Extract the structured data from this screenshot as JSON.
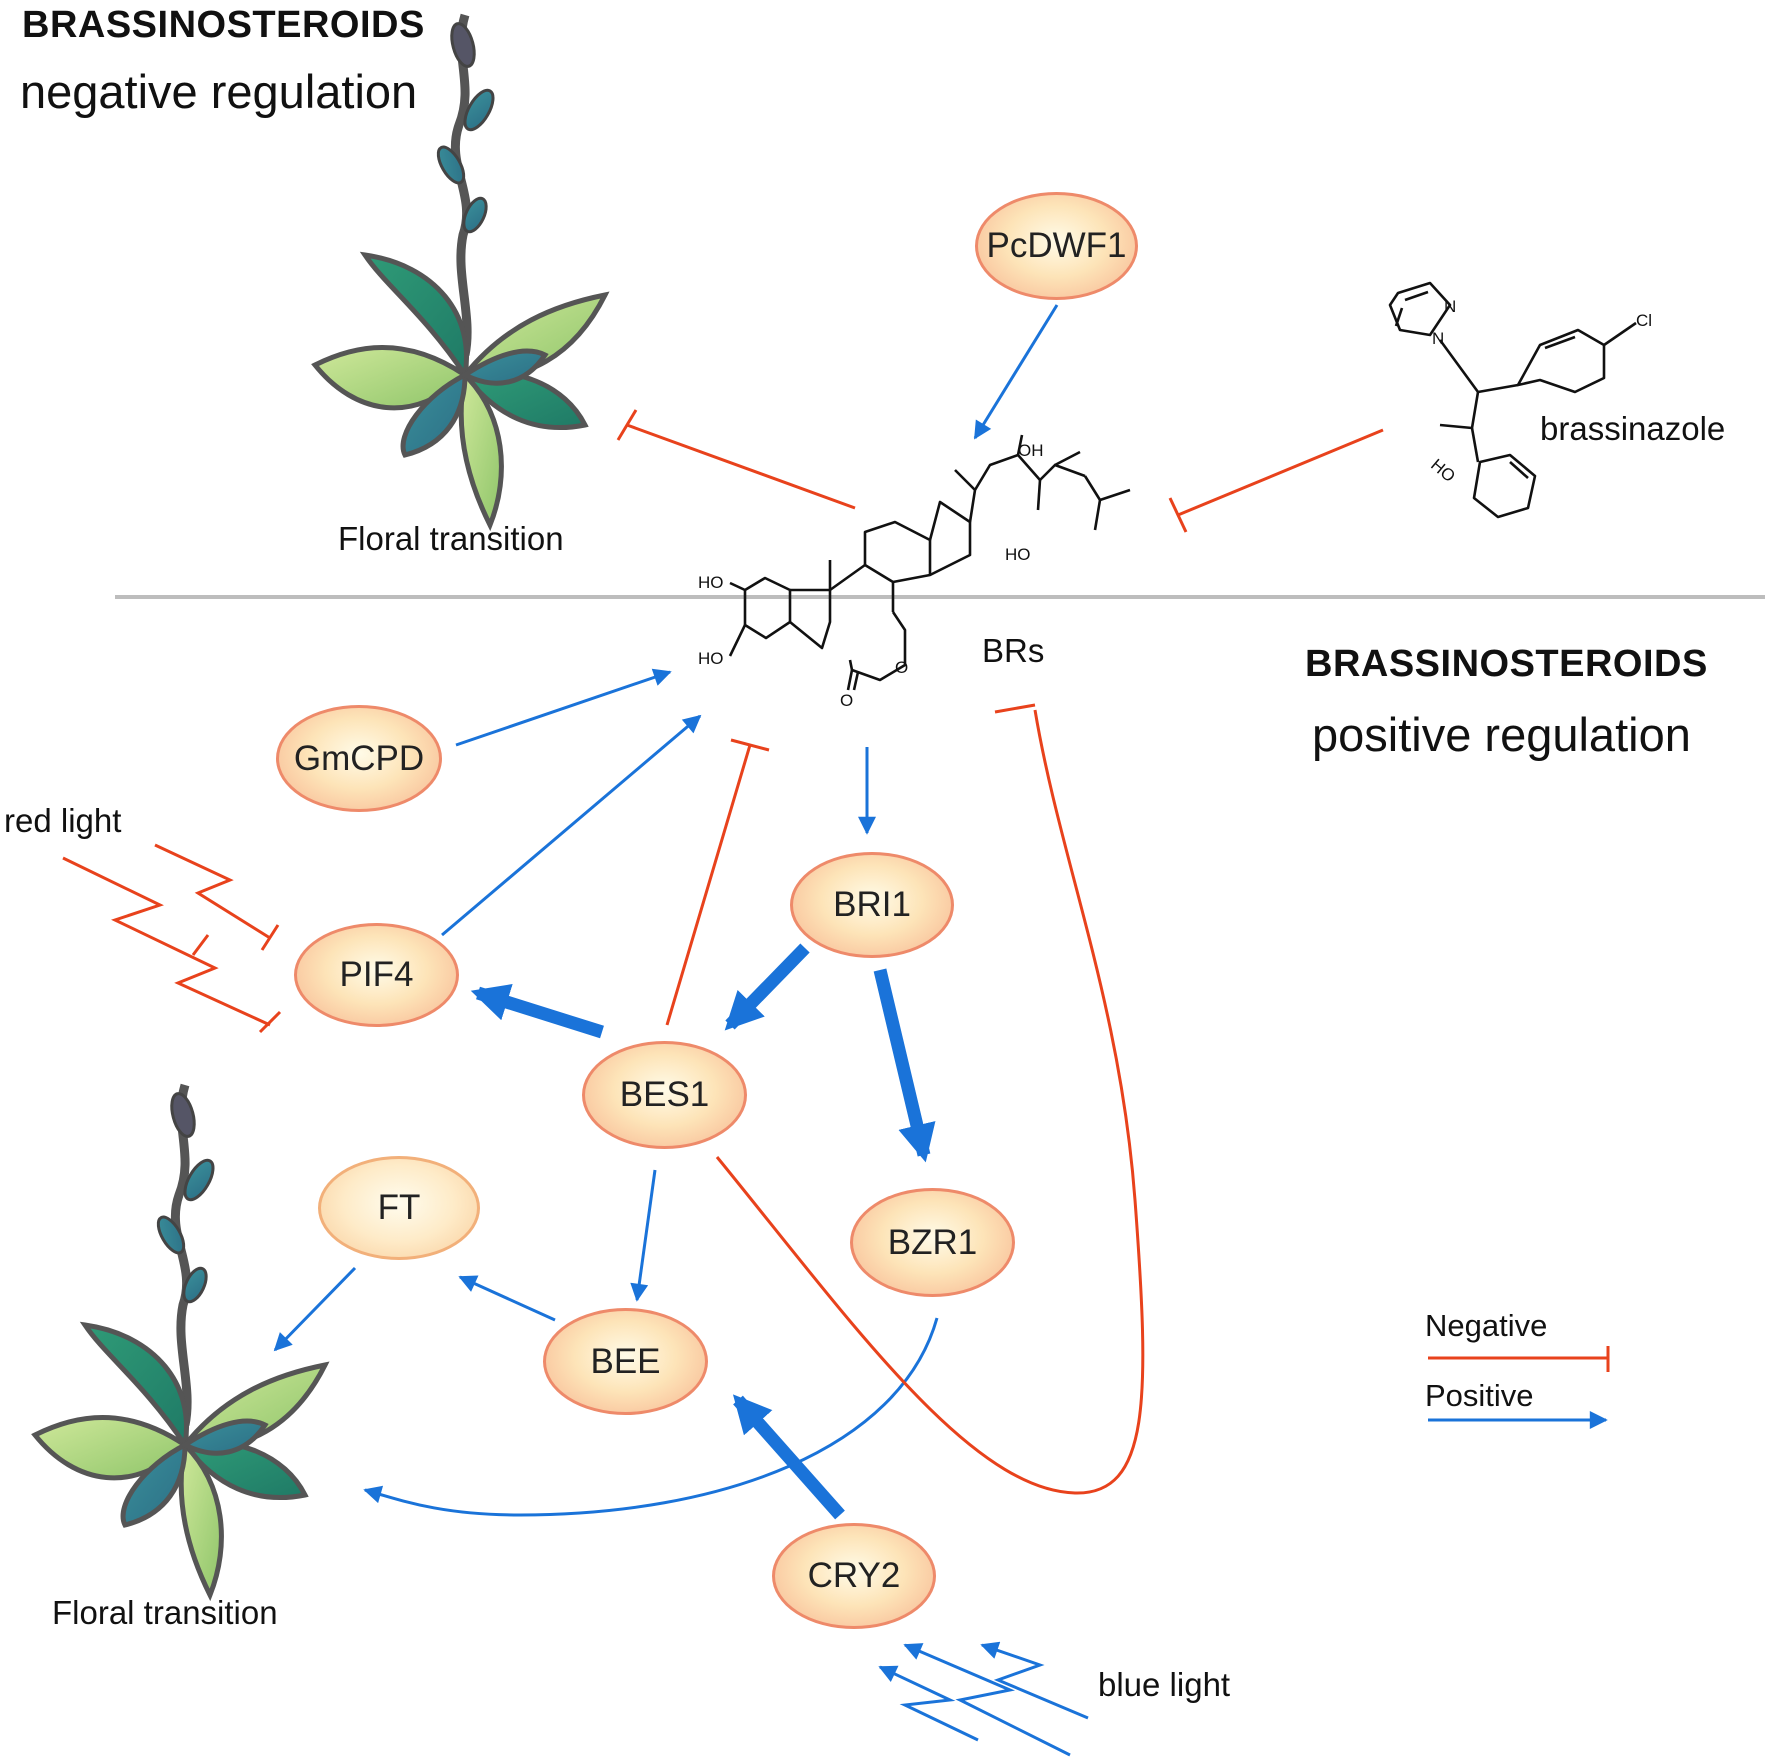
{
  "header_top": {
    "title": "BRASSINOSTEROIDS",
    "subtitle": "negative regulation"
  },
  "header_right": {
    "title": "BRASSINOSTEROIDS",
    "subtitle": "positive regulation"
  },
  "labels": {
    "floral_top": "Floral transition",
    "floral_bottom": "Floral transition",
    "brs": "BRs",
    "brassinazole": "brassinazole",
    "red_light": "red light",
    "blue_light": "blue light"
  },
  "nodes": {
    "pcdwf1": "PcDWF1",
    "gmcpd": "GmCPD",
    "pif4": "PIF4",
    "bri1": "BRI1",
    "bes1": "BES1",
    "ft": "FT",
    "bzr1": "BZR1",
    "bee": "BEE",
    "cry2": "CRY2"
  },
  "chem_labels": {
    "oh1": "OH",
    "ho1": "HO",
    "ho2": "HO",
    "ho3": "HO",
    "o_ring": "O",
    "o_keto": "O",
    "cl": "Cl",
    "n1": "N",
    "n2": "N",
    "ho_bz": "HO"
  },
  "legend": {
    "negative": "Negative",
    "positive": "Positive"
  },
  "colors": {
    "negative": "#e8421c",
    "positive": "#1a73d9",
    "node_border": "#ee8a6a",
    "membrane": "#bdbdbd"
  }
}
